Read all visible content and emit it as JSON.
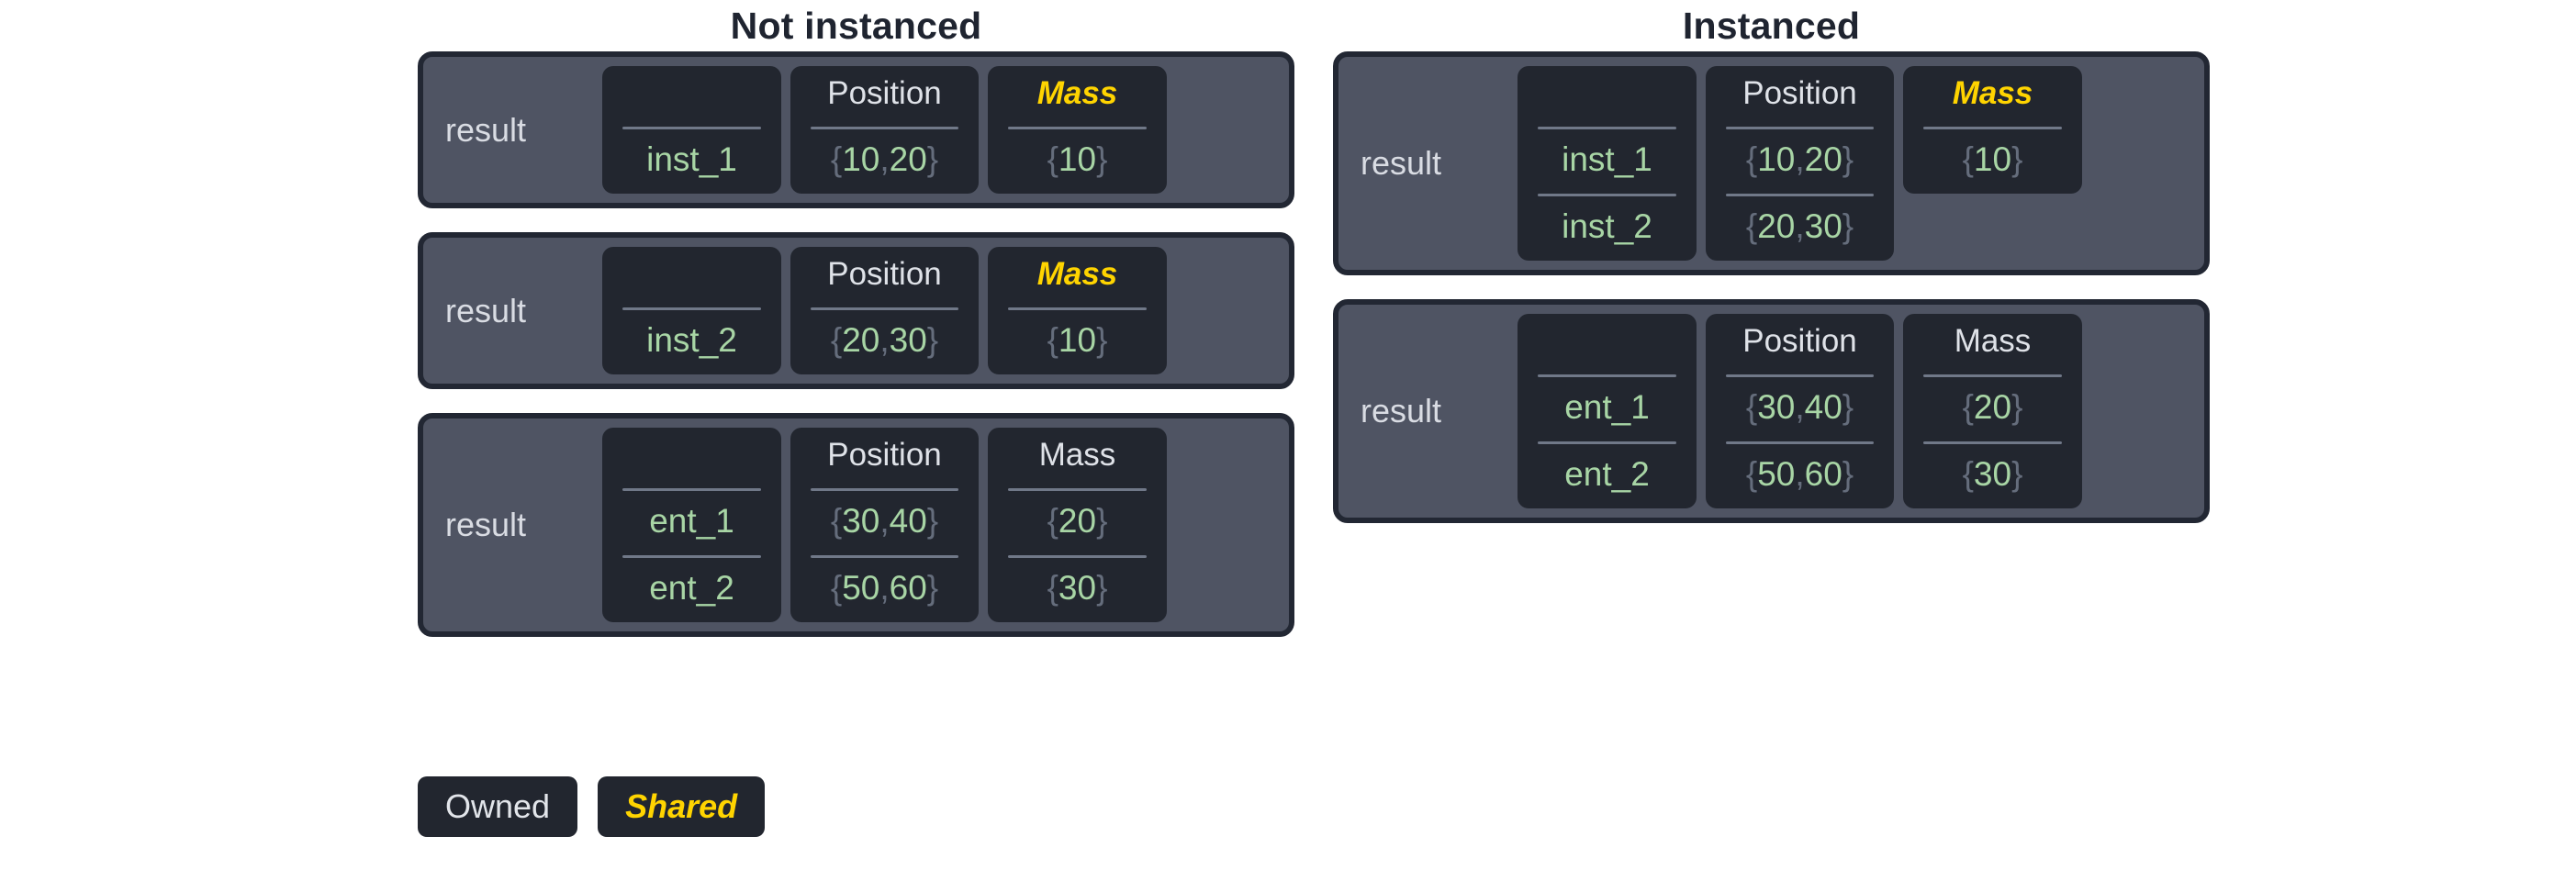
{
  "legend": {
    "owned_label": "Owned",
    "shared_label": "Shared",
    "owned_color": "#e2e5ea",
    "shared_color": "#ffd400"
  },
  "theme": {
    "card_bg": "#4f5463",
    "card_border": "#222733",
    "cell_bg": "#22262f",
    "value_green": "#a8d5a5",
    "brace_gray": "#656d7c",
    "rule_gray": "#707888",
    "heading_text": "#dfe2e8",
    "title_text": "#1f2430",
    "page_bg": "#ffffff"
  },
  "columns": [
    {
      "id": "not-instanced",
      "title": "Not instanced",
      "cards": [
        {
          "gutter_label": "result",
          "name_header": "",
          "position_header": "Position",
          "mass_header": "Mass",
          "mass_shared": true,
          "mass_rows_span": 1,
          "rows": [
            {
              "name": "inst_1",
              "position": "{10, 20}",
              "position_open": "{",
              "position_x": "10",
              "position_sep": ", ",
              "position_y": "20",
              "position_close": "}",
              "mass": "{10}",
              "mass_open": "{",
              "mass_value": "10",
              "mass_close": "}"
            }
          ]
        },
        {
          "gutter_label": "result",
          "name_header": "",
          "position_header": "Position",
          "mass_header": "Mass",
          "mass_shared": true,
          "mass_rows_span": 1,
          "rows": [
            {
              "name": "inst_2",
              "position": "{20, 30}",
              "position_open": "{",
              "position_x": "20",
              "position_sep": ", ",
              "position_y": "30",
              "position_close": "}",
              "mass": "{10}",
              "mass_open": "{",
              "mass_value": "10",
              "mass_close": "}"
            }
          ]
        },
        {
          "gutter_label": "result",
          "name_header": "",
          "position_header": "Position",
          "mass_header": "Mass",
          "mass_shared": false,
          "mass_rows_span": 2,
          "rows": [
            {
              "name": "ent_1",
              "position": "{30, 40}",
              "position_open": "{",
              "position_x": "30",
              "position_sep": ", ",
              "position_y": "40",
              "position_close": "}",
              "mass": "{20}",
              "mass_open": "{",
              "mass_value": "20",
              "mass_close": "}"
            },
            {
              "name": "ent_2",
              "position": "{50, 60}",
              "position_open": "{",
              "position_x": "50",
              "position_sep": ", ",
              "position_y": "60",
              "position_close": "}",
              "mass": "{30}",
              "mass_open": "{",
              "mass_value": "30",
              "mass_close": "}"
            }
          ]
        }
      ]
    },
    {
      "id": "instanced",
      "title": "Instanced",
      "cards": [
        {
          "gutter_label": "result",
          "name_header": "",
          "position_header": "Position",
          "mass_header": "Mass",
          "mass_shared": true,
          "mass_rows_span": 1,
          "rows": [
            {
              "name": "inst_1",
              "position": "{10, 20}",
              "position_open": "{",
              "position_x": "10",
              "position_sep": ", ",
              "position_y": "20",
              "position_close": "}",
              "mass": "{10}",
              "mass_open": "{",
              "mass_value": "10",
              "mass_close": "}"
            },
            {
              "name": "inst_2",
              "position": "{20, 30}",
              "position_open": "{",
              "position_x": "20",
              "position_sep": ", ",
              "position_y": "30",
              "position_close": "}",
              "mass": "",
              "mass_open": "",
              "mass_value": "",
              "mass_close": ""
            }
          ]
        },
        {
          "gutter_label": "result",
          "name_header": "",
          "position_header": "Position",
          "mass_header": "Mass",
          "mass_shared": false,
          "mass_rows_span": 2,
          "rows": [
            {
              "name": "ent_1",
              "position": "{30, 40}",
              "position_open": "{",
              "position_x": "30",
              "position_sep": ", ",
              "position_y": "40",
              "position_close": "}",
              "mass": "{20}",
              "mass_open": "{",
              "mass_value": "20",
              "mass_close": "}"
            },
            {
              "name": "ent_2",
              "position": "{50, 60}",
              "position_open": "{",
              "position_x": "50",
              "position_sep": ", ",
              "position_y": "60",
              "position_close": "}",
              "mass": "{30}",
              "mass_open": "{",
              "mass_value": "30",
              "mass_close": "}"
            }
          ]
        }
      ]
    }
  ]
}
